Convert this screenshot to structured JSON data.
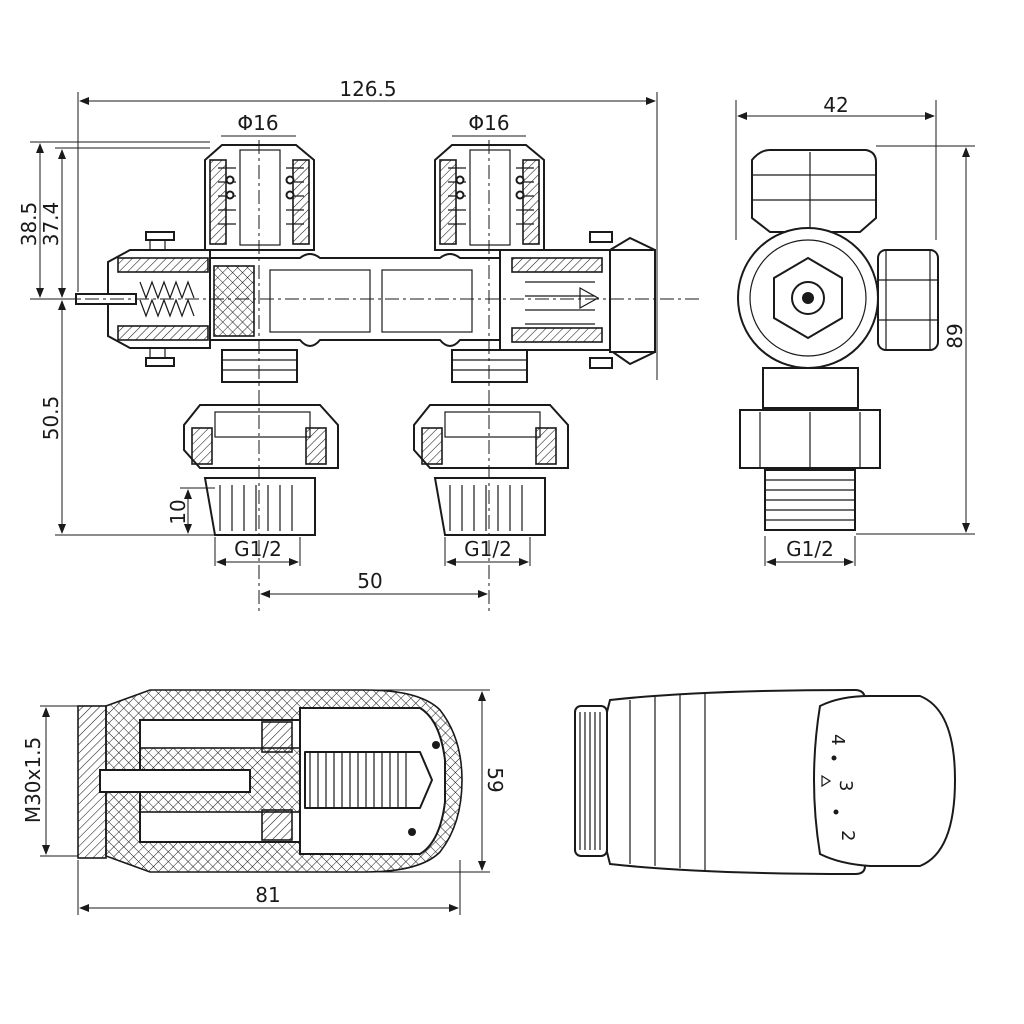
{
  "dimensions": {
    "overall_width": "126.5",
    "pipe_left": "Φ16",
    "pipe_right": "Φ16",
    "height_a": "38.5",
    "height_b": "37.4",
    "lower_height": "50.5",
    "thread_length": "10",
    "thread_left": "G1/2",
    "thread_right": "G1/2",
    "axis_spacing": "50",
    "side_width": "42",
    "side_height": "89",
    "side_thread": "G1/2",
    "head_thread": "M30x1.5",
    "head_diameter": "59",
    "head_length": "81"
  },
  "scale_marks": [
    "4",
    "3",
    "2"
  ]
}
